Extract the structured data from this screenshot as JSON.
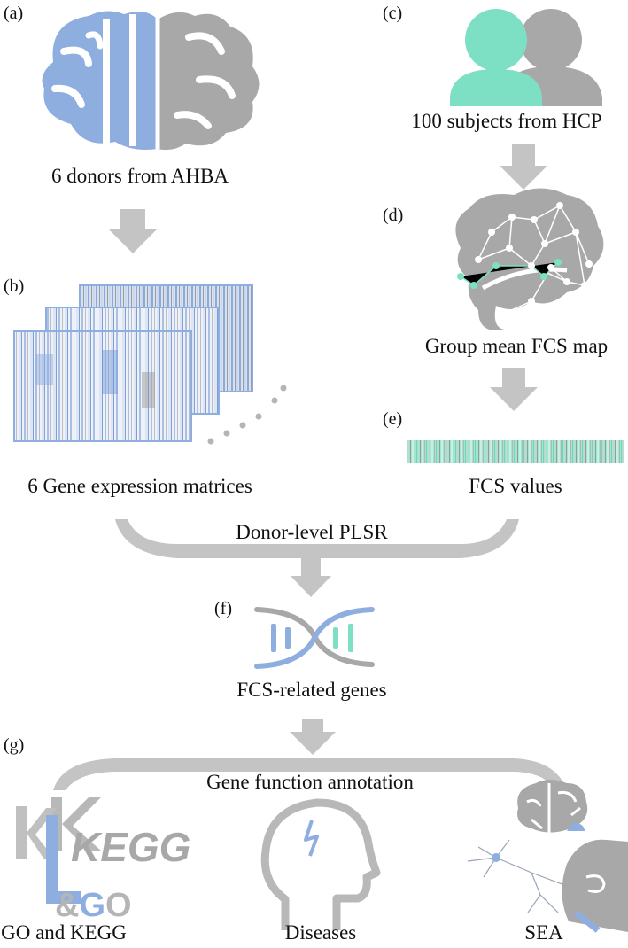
{
  "panels": {
    "a": "(a)",
    "b": "(b)",
    "c": "(c)",
    "d": "(d)",
    "e": "(e)",
    "f": "(f)",
    "g": "(g)"
  },
  "captions": {
    "donors": "6 donors from AHBA",
    "subjects": "100 subjects from HCP",
    "fcs_map": "Group mean FCS map",
    "matrices": "6 Gene expression matrices",
    "fcs_values": "FCS values",
    "plsr": "Donor-level PLSR",
    "genes": "FCS-related genes",
    "annotation": "Gene function annotation",
    "go_kegg": "GO and KEGG",
    "diseases": "Diseases",
    "sea": "SEA"
  },
  "logo": {
    "kegg": "KEGG",
    "amp_go": "&GO"
  },
  "colors": {
    "blue": "#8eaee0",
    "teal": "#7ddfc3",
    "gray": "#a8a8a8",
    "light_gray": "#c4c4c4"
  }
}
